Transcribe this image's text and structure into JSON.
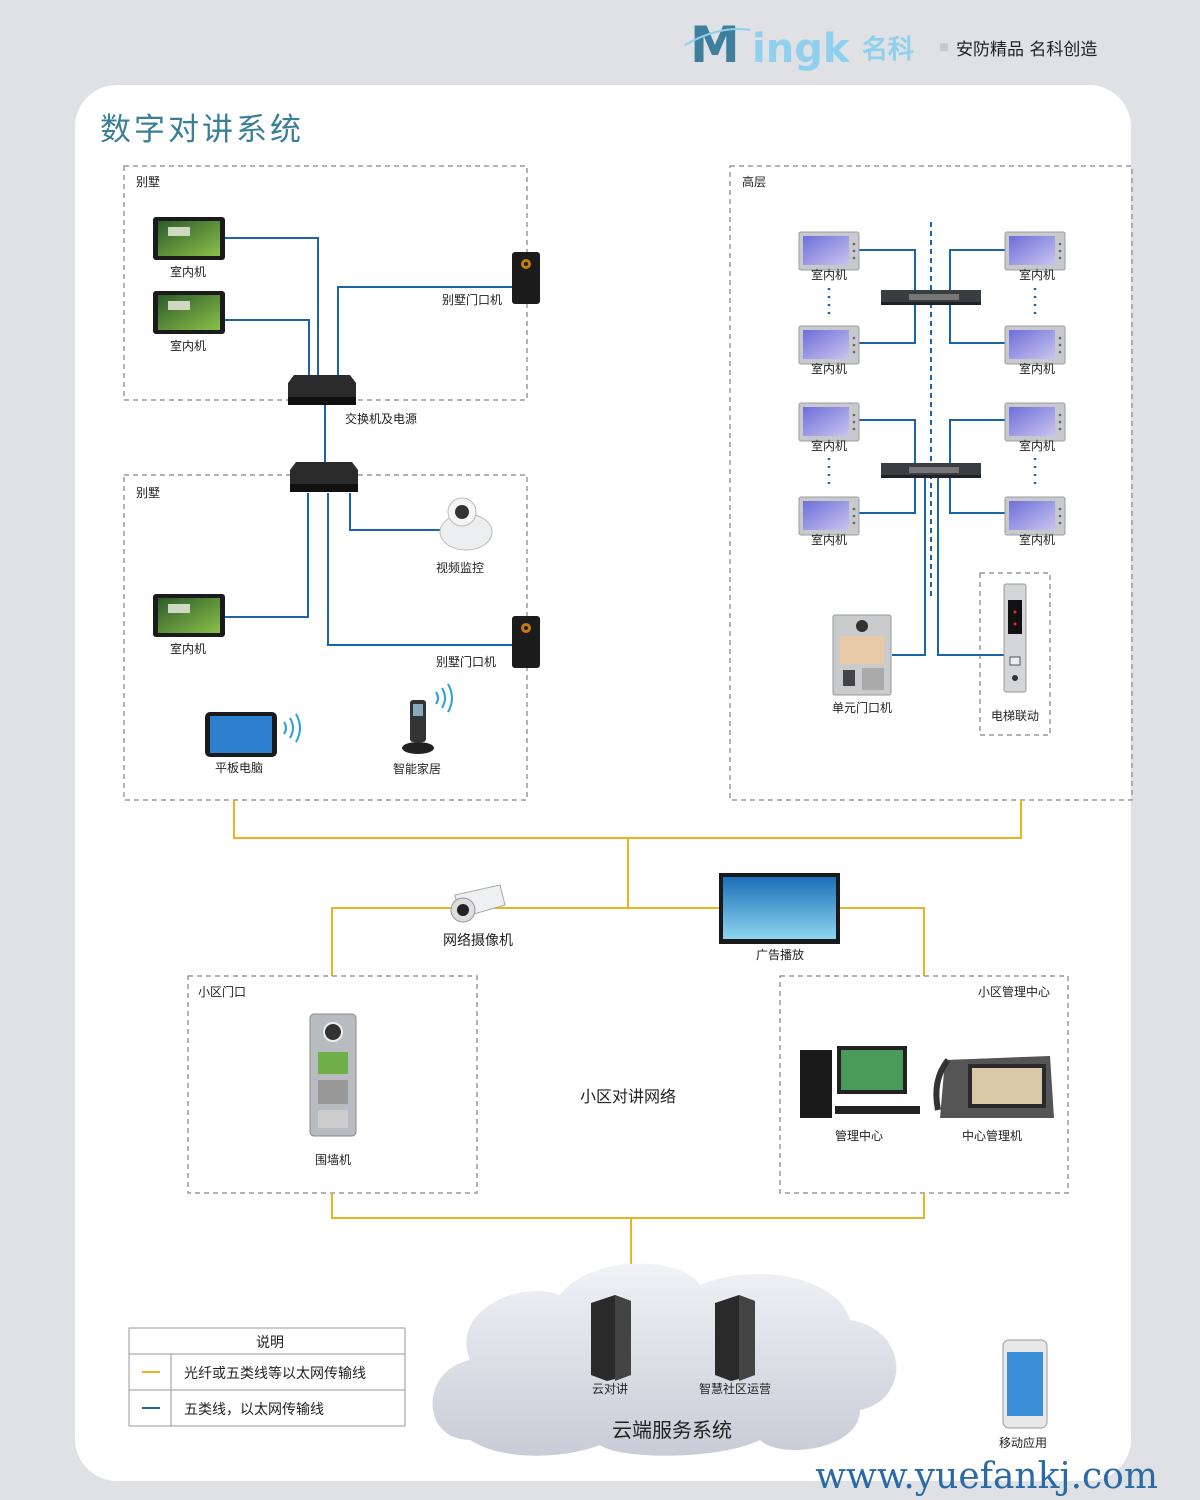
{
  "header": {
    "logo_text": "Mingk 名科",
    "slogan": "安防精品  名科创造"
  },
  "title": "数字对讲系统",
  "colors": {
    "ethernet_fiber": "#e8b41f",
    "cat5": "#1a64a8",
    "title": "#3a7f9a",
    "logo": "#3d7f9c",
    "logo_light": "#8fd0ef"
  },
  "villa1": {
    "label": "别墅",
    "indoor1": "室内机",
    "indoor2": "室内机",
    "door": "别墅门口机",
    "switch": "交换机及电源"
  },
  "villa2": {
    "label": "别墅",
    "camera": "视频监控",
    "indoor": "室内机",
    "door": "别墅门口机",
    "tablet": "平板电脑",
    "smarthome": "智能家居"
  },
  "highrise": {
    "label": "高层",
    "indoor": "室内机",
    "unit_door": "单元门口机",
    "elevator": "电梯联动"
  },
  "network": {
    "ip_camera": "网络摄像机",
    "ad_display": "广告播放",
    "center_label": "小区对讲网络"
  },
  "gate": {
    "label": "小区门口",
    "device": "围墙机"
  },
  "mgmt": {
    "label": "小区管理中心",
    "pc": "管理中心",
    "console": "中心管理机"
  },
  "cloud": {
    "label": "云端服务系统",
    "server1": "云对讲",
    "server2": "智慧社区运营"
  },
  "mobile": "移动应用",
  "legend": {
    "title": "说明",
    "items": [
      {
        "label": "光纤或五类线等以太网传输线",
        "color": "#e8b41f"
      },
      {
        "label": "五类线，以太网传输线",
        "color": "#1a64a8"
      }
    ]
  },
  "watermark": "www.yuefankj.com"
}
